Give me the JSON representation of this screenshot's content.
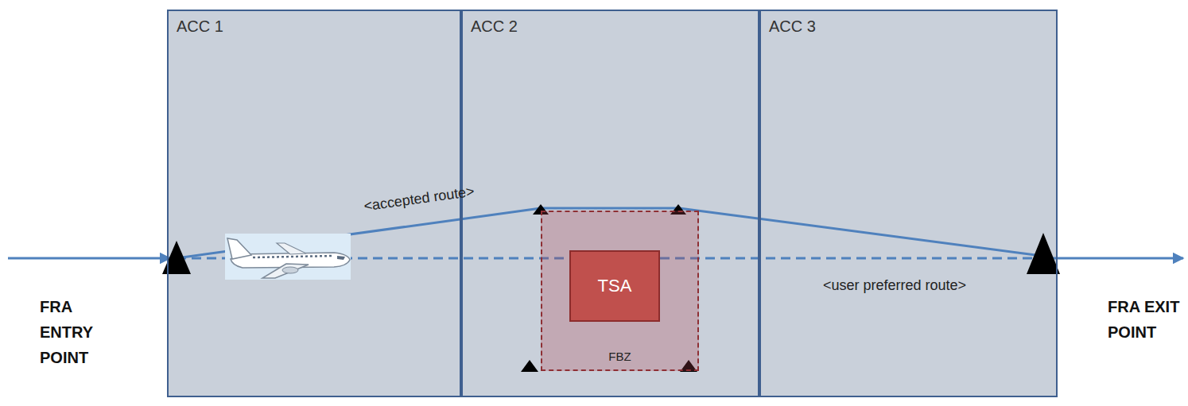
{
  "diagram": {
    "nodes": [
      {
        "text": [
          "ACC 1"
        ]
      },
      {
        "text": [
          "ACC 2"
        ]
      },
      {
        "text": [
          "FBZ"
        ],
        "in": 1
      },
      {
        "text": [
          "TSA"
        ],
        "in": 2
      },
      {
        "text": [
          "ACC 3"
        ]
      }
    ],
    "labels": [
      "<accepted route>",
      "<user preferred route>",
      "FRA ENTRY POINT",
      "FRA EXIT POINT"
    ]
  }
}
